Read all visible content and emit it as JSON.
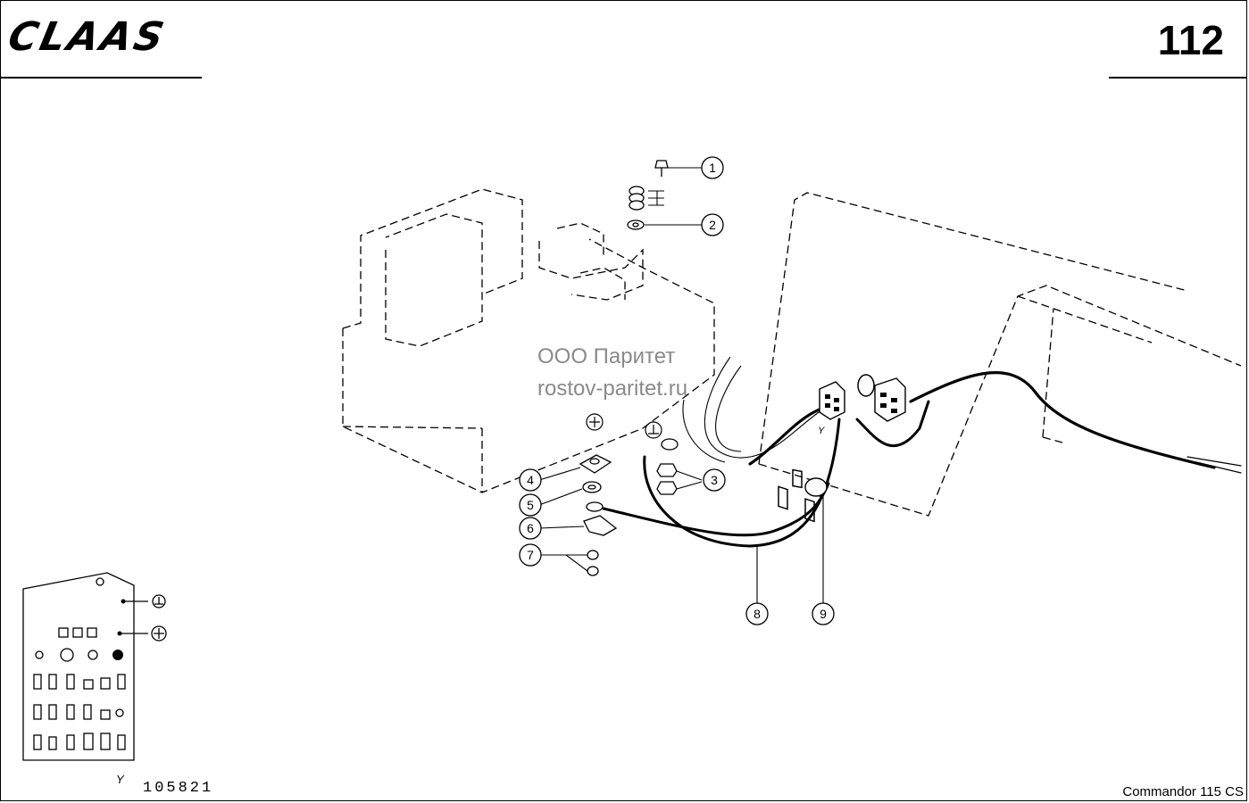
{
  "header": {
    "brand": "CLAAS",
    "page_number": "112"
  },
  "watermark": {
    "line1": "ООО Паритет",
    "line2": "rostov-paritet.ru"
  },
  "callouts": [
    "1",
    "2",
    "3",
    "4",
    "5",
    "6",
    "7",
    "8",
    "9"
  ],
  "connector_label": "Y",
  "inset": {
    "label_y": "Y",
    "symbol_ground": "⊥",
    "symbol_plus": "+"
  },
  "footer": {
    "reference_number": "105821",
    "model": "Commandor 115 CS"
  }
}
